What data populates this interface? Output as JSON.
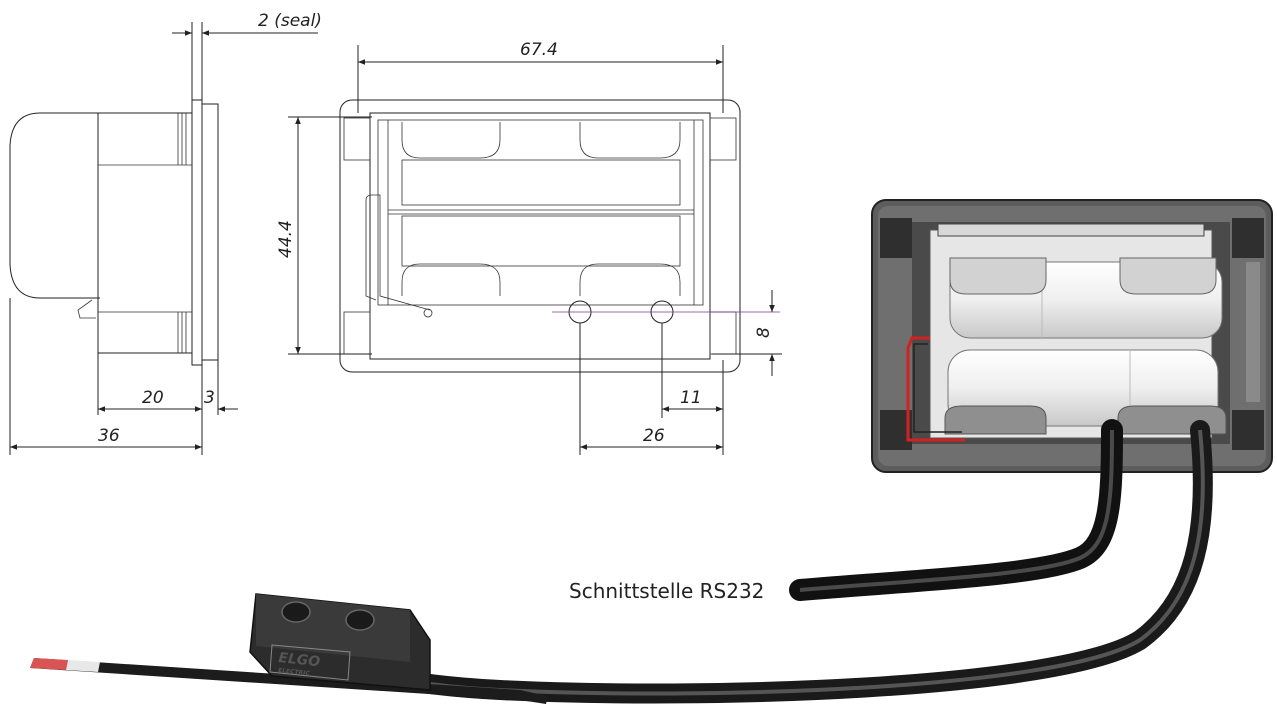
{
  "dimensions": {
    "seal": "2 (seal)",
    "width_front": "67.4",
    "height_front": "44.4",
    "offset_right": "8",
    "side_depth": "20",
    "flange": "3",
    "total_depth": "36",
    "hole_offset": "11",
    "hole_spacing": "26"
  },
  "labels": {
    "interface": "Schnittstelle RS232",
    "sensor_logo": "ELGO",
    "sensor_logo_sub": "ELECTRIC"
  },
  "colors": {
    "line": "#222222",
    "housing_dark": "#3a3a3a",
    "housing_mid": "#6b6b6b",
    "cable": "#1e1e1e",
    "battery": "#f2f2f2",
    "wire_red": "#d42020",
    "tape_red": "#d95555"
  }
}
